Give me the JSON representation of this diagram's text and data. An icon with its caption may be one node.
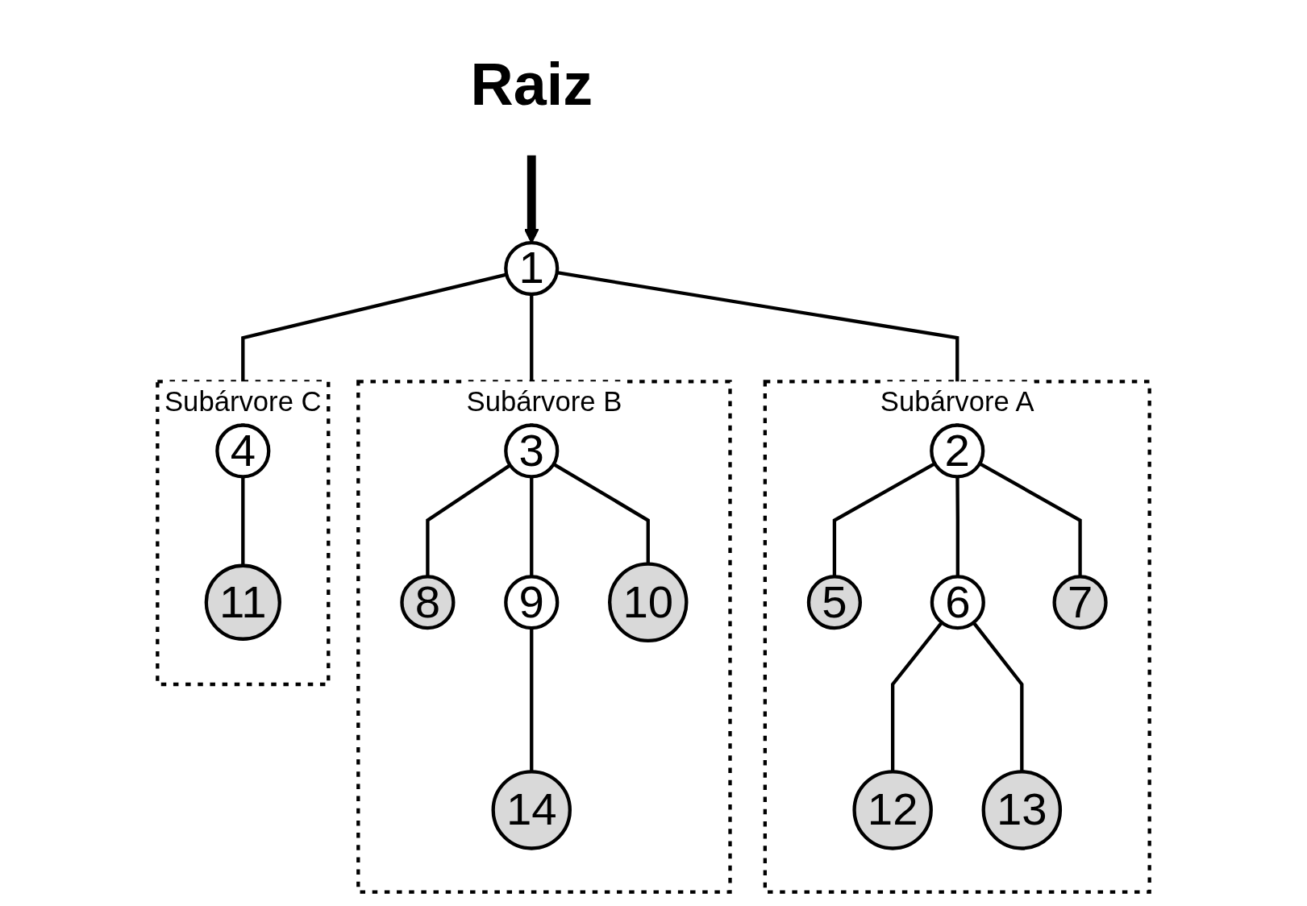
{
  "diagram": {
    "nodes": [
      {
        "text": [
          "Raiz"
        ]
      },
      {
        "text": [
          "1"
        ]
      },
      {
        "text": [
          "Subárvore A"
        ]
      },
      {
        "text": [
          "2"
        ],
        "in": 2
      },
      {
        "text": [
          "Subárvore B"
        ]
      },
      {
        "text": [
          "3"
        ],
        "in": 4
      },
      {
        "text": [
          "Subárvore C"
        ]
      },
      {
        "text": [
          "4"
        ],
        "in": 6
      },
      {
        "text": [
          "5"
        ],
        "in": 2
      },
      {
        "text": [
          "6"
        ],
        "in": 2
      },
      {
        "text": [
          "7"
        ],
        "in": 2
      },
      {
        "text": [
          "8"
        ],
        "in": 4
      },
      {
        "text": [
          "9"
        ],
        "in": 4
      },
      {
        "text": [
          "10"
        ],
        "in": 4
      },
      {
        "text": [
          "11"
        ],
        "in": 6
      },
      {
        "text": [
          "12"
        ],
        "in": 2
      },
      {
        "text": [
          "13"
        ],
        "in": 2
      },
      {
        "text": [
          "14"
        ],
        "in": 4
      }
    ],
    "edges": [
      {
        "from": 0,
        "to": 1,
        "arrow": "to",
        "style": "thick"
      },
      {
        "from": 1,
        "to": 3,
        "arrow": "none"
      },
      {
        "from": 1,
        "to": 5,
        "arrow": "none"
      },
      {
        "from": 1,
        "to": 7,
        "arrow": "none"
      },
      {
        "from": 3,
        "to": 8,
        "arrow": "none"
      },
      {
        "from": 3,
        "to": 9,
        "arrow": "none"
      },
      {
        "from": 3,
        "to": 10,
        "arrow": "none"
      },
      {
        "from": 9,
        "to": 15,
        "arrow": "none"
      },
      {
        "from": 9,
        "to": 16,
        "arrow": "none"
      },
      {
        "from": 5,
        "to": 11,
        "arrow": "none"
      },
      {
        "from": 5,
        "to": 12,
        "arrow": "none"
      },
      {
        "from": 5,
        "to": 13,
        "arrow": "none"
      },
      {
        "from": 12,
        "to": 17,
        "arrow": "none"
      },
      {
        "from": 7,
        "to": 14,
        "arrow": "none"
      }
    ]
  }
}
